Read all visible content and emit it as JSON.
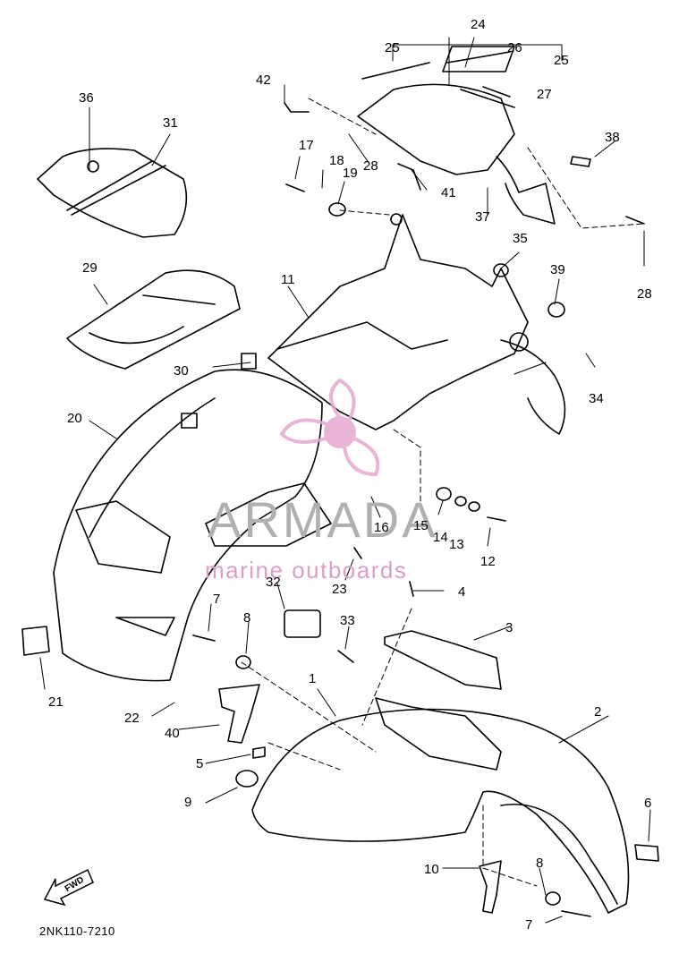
{
  "diagram_code": "2NK110-7210",
  "forward_label": "FWD",
  "watermark": {
    "brand": "ARMADA",
    "subtitle": "marine outboards",
    "logo_color": "#e7a8cf",
    "text_color": "#b0b0b0"
  },
  "part_labels": [
    "24",
    "25",
    "26",
    "27",
    "25",
    "42",
    "36",
    "31",
    "17",
    "18",
    "19",
    "28",
    "41",
    "37",
    "38",
    "28",
    "35",
    "39",
    "29",
    "11",
    "34",
    "30",
    "20",
    "15",
    "16",
    "14",
    "13",
    "12",
    "23",
    "4",
    "32",
    "33",
    "7",
    "8",
    "3",
    "21",
    "22",
    "40",
    "1",
    "2",
    "5",
    "9",
    "6",
    "10",
    "8",
    "7"
  ]
}
